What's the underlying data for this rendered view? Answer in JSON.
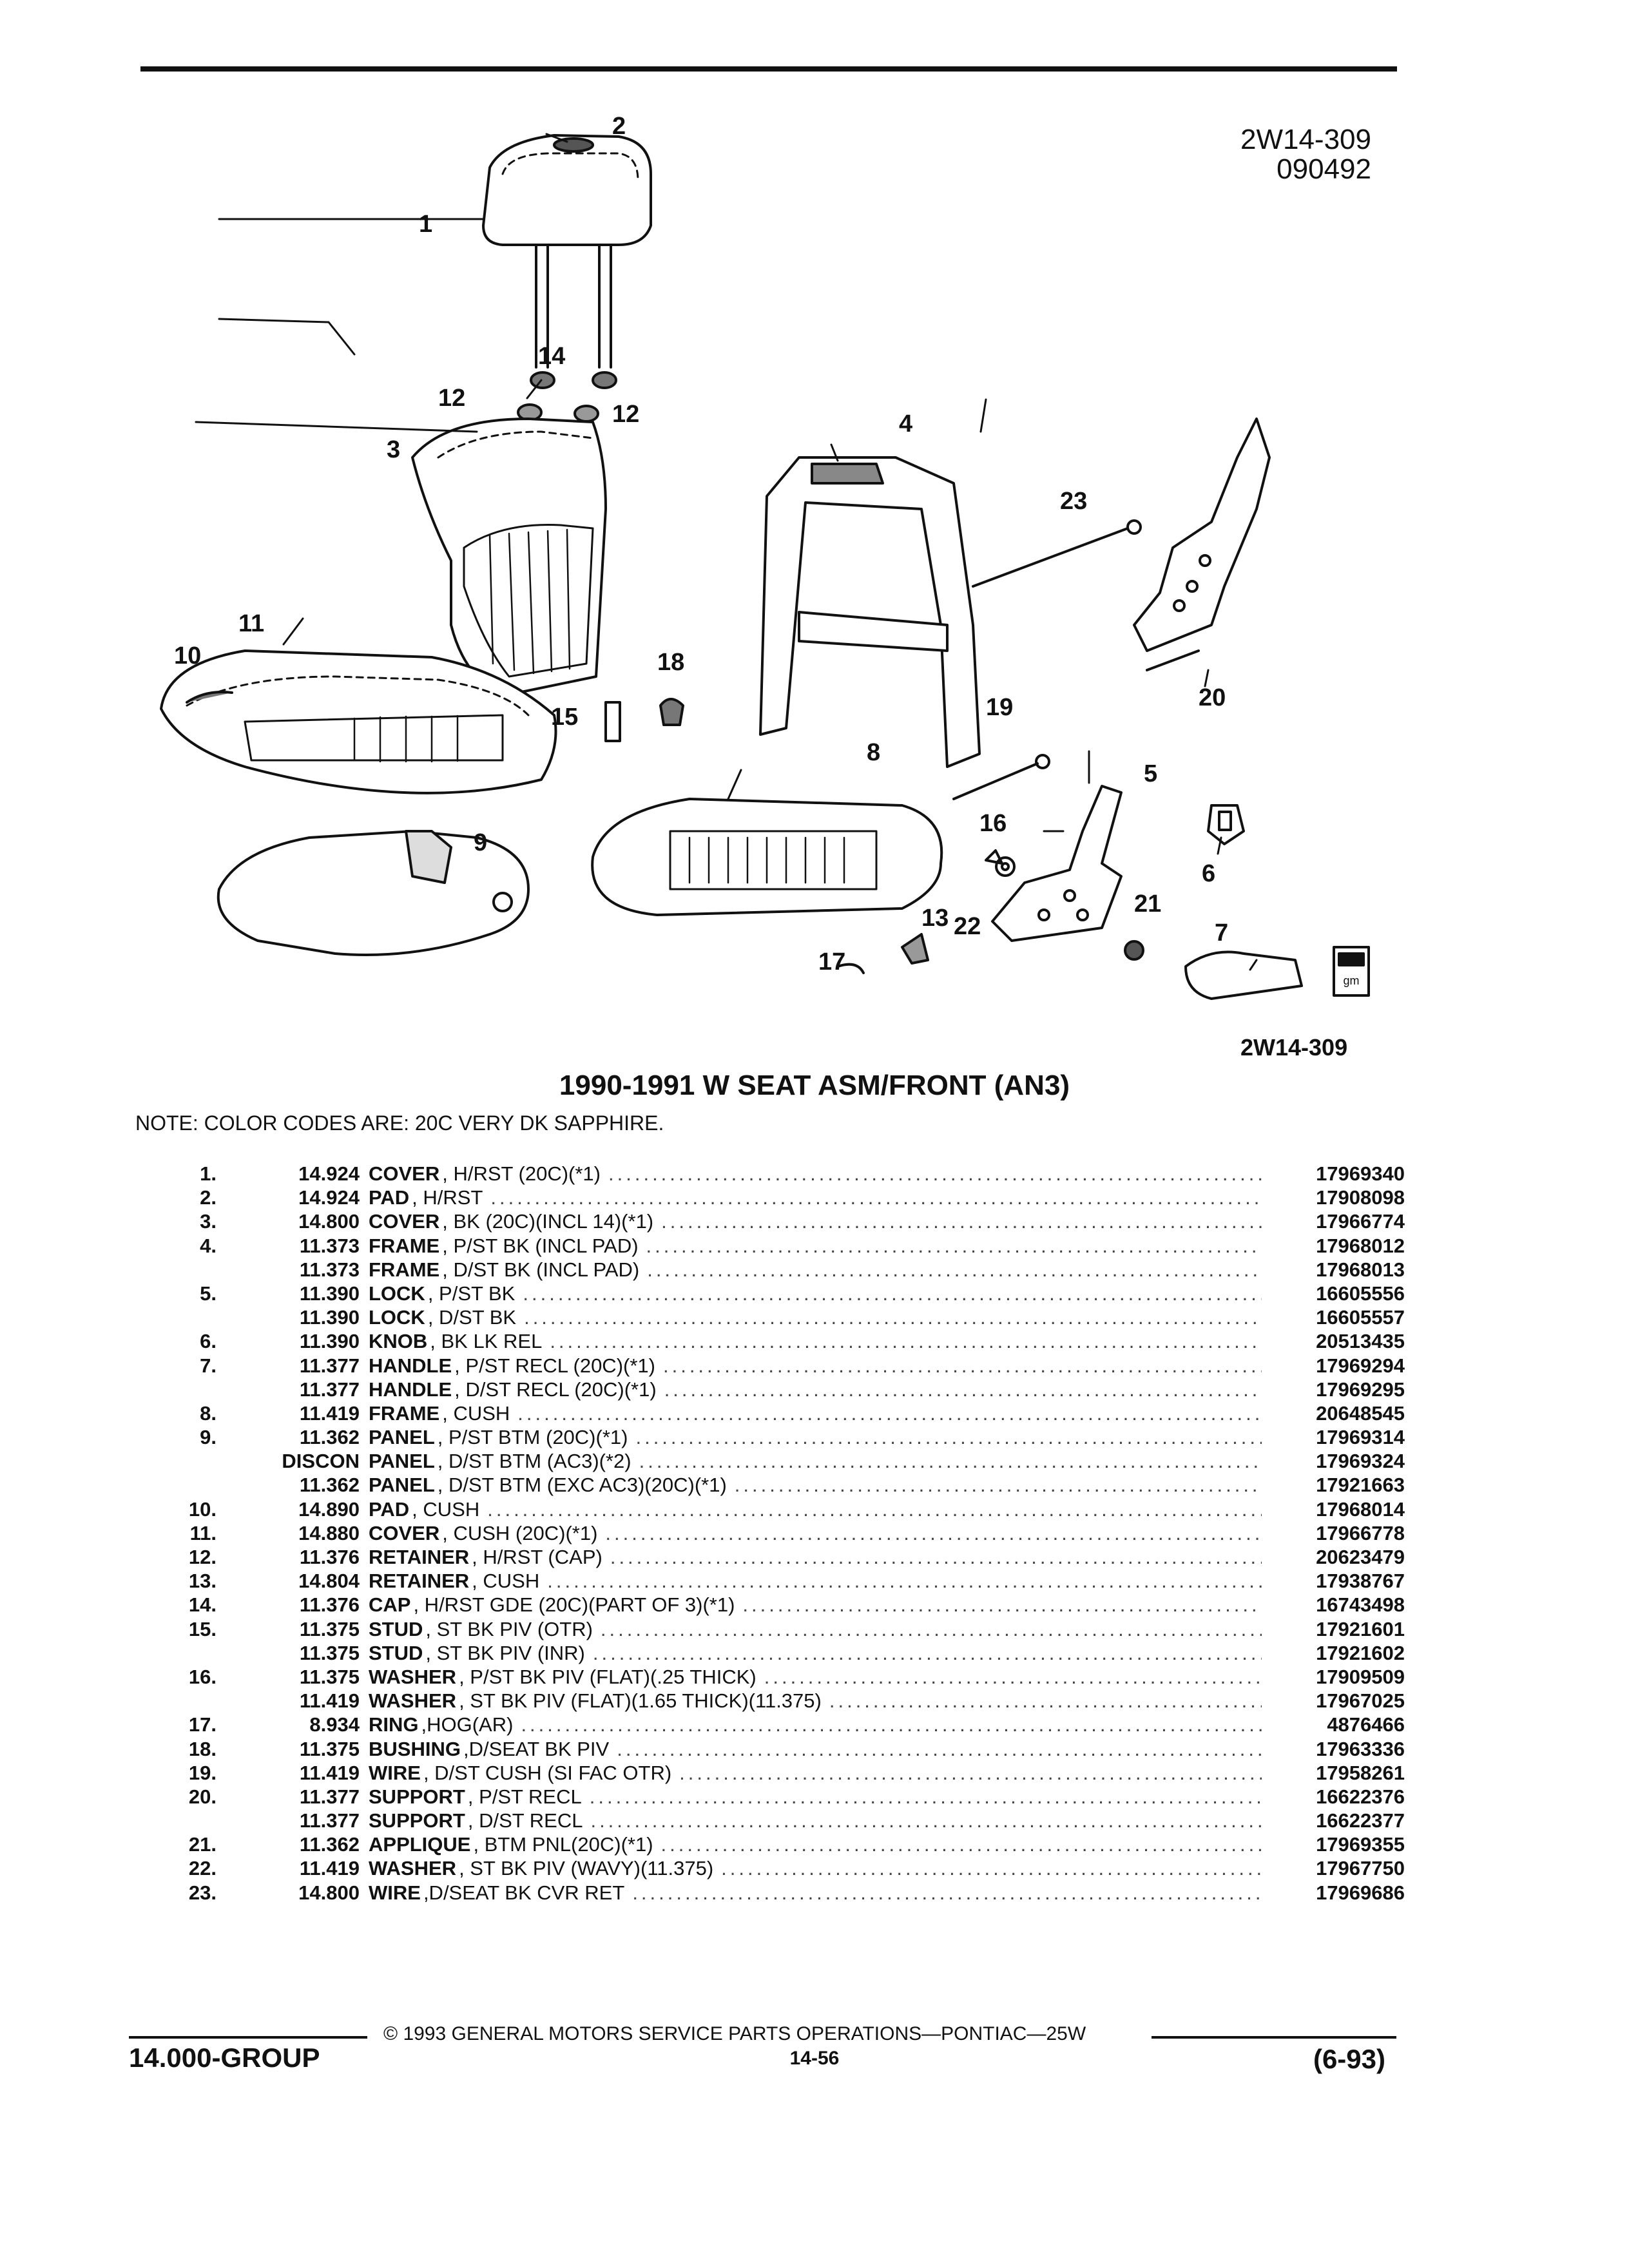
{
  "header": {
    "code_line1": "2W14-309",
    "code_line2": "090492"
  },
  "diagram": {
    "code": "2W14-309",
    "callouts": [
      "1",
      "2",
      "3",
      "4",
      "5",
      "6",
      "7",
      "8",
      "9",
      "10",
      "11",
      "12",
      "12",
      "13",
      "14",
      "15",
      "16",
      "17",
      "18",
      "19",
      "20",
      "21",
      "22",
      "23"
    ],
    "logo_text": "gm spo"
  },
  "title": "1990-1991 W SEAT ASM/FRONT (AN3)",
  "note": "NOTE:  COLOR CODES ARE: 20C VERY DK SAPPHIRE.",
  "parts": [
    {
      "num": "1.",
      "group": "14.924",
      "name": "COVER",
      "desc": ", H/RST (20C)(*1)",
      "pn": "17969340"
    },
    {
      "num": "2.",
      "group": "14.924",
      "name": "PAD",
      "desc": ", H/RST",
      "pn": "17908098"
    },
    {
      "num": "3.",
      "group": "14.800",
      "name": "COVER",
      "desc": ", BK (20C)(INCL 14)(*1)",
      "pn": "17966774"
    },
    {
      "num": "4.",
      "group": "11.373",
      "name": "FRAME",
      "desc": ", P/ST BK (INCL PAD)",
      "pn": "17968012"
    },
    {
      "num": "",
      "group": "11.373",
      "name": "FRAME",
      "desc": ", D/ST BK (INCL PAD)",
      "pn": "17968013"
    },
    {
      "num": "5.",
      "group": "11.390",
      "name": "LOCK",
      "desc": ", P/ST BK",
      "pn": "16605556"
    },
    {
      "num": "",
      "group": "11.390",
      "name": "LOCK",
      "desc": ", D/ST BK",
      "pn": "16605557"
    },
    {
      "num": "6.",
      "group": "11.390",
      "name": "KNOB",
      "desc": ", BK LK REL",
      "pn": "20513435"
    },
    {
      "num": "7.",
      "group": "11.377",
      "name": "HANDLE",
      "desc": ", P/ST RECL (20C)(*1)",
      "pn": "17969294"
    },
    {
      "num": "",
      "group": "11.377",
      "name": "HANDLE",
      "desc": ", D/ST RECL (20C)(*1)",
      "pn": "17969295"
    },
    {
      "num": "8.",
      "group": "11.419",
      "name": "FRAME",
      "desc": ", CUSH",
      "pn": "20648545"
    },
    {
      "num": "9.",
      "group": "11.362",
      "name": "PANEL",
      "desc": ", P/ST BTM (20C)(*1)",
      "pn": "17969314"
    },
    {
      "num": "",
      "group": "DISCON",
      "name": "PANEL",
      "desc": ", D/ST BTM (AC3)(*2)",
      "pn": "17969324"
    },
    {
      "num": "",
      "group": "11.362",
      "name": "PANEL",
      "desc": ", D/ST BTM (EXC AC3)(20C)(*1)",
      "pn": "17921663"
    },
    {
      "num": "10.",
      "group": "14.890",
      "name": "PAD",
      "desc": ", CUSH",
      "pn": "17968014"
    },
    {
      "num": "11.",
      "group": "14.880",
      "name": "COVER",
      "desc": ", CUSH (20C)(*1)",
      "pn": "17966778"
    },
    {
      "num": "12.",
      "group": "11.376",
      "name": "RETAINER",
      "desc": ", H/RST (CAP)",
      "pn": "20623479"
    },
    {
      "num": "13.",
      "group": "14.804",
      "name": "RETAINER",
      "desc": ", CUSH",
      "pn": "17938767"
    },
    {
      "num": "14.",
      "group": "11.376",
      "name": "CAP",
      "desc": ", H/RST GDE (20C)(PART OF 3)(*1)",
      "pn": "16743498"
    },
    {
      "num": "15.",
      "group": "11.375",
      "name": "STUD",
      "desc": ", ST BK PIV (OTR)",
      "pn": "17921601"
    },
    {
      "num": "",
      "group": "11.375",
      "name": "STUD",
      "desc": ", ST BK PIV (INR)",
      "pn": "17921602"
    },
    {
      "num": "16.",
      "group": "11.375",
      "name": "WASHER",
      "desc": ", P/ST BK PIV (FLAT)(.25 THICK)",
      "pn": "17909509"
    },
    {
      "num": "",
      "group": "11.419",
      "name": "WASHER",
      "desc": ", ST BK PIV (FLAT)(1.65 THICK)(11.375)",
      "pn": "17967025"
    },
    {
      "num": "17.",
      "group": "8.934",
      "name": "RING",
      "desc": ",HOG(AR)",
      "pn": "4876466"
    },
    {
      "num": "18.",
      "group": "11.375",
      "name": "BUSHING",
      "desc": ",D/SEAT BK PIV",
      "pn": "17963336"
    },
    {
      "num": "19.",
      "group": "11.419",
      "name": "WIRE",
      "desc": ", D/ST CUSH (SI FAC OTR)",
      "pn": "17958261"
    },
    {
      "num": "20.",
      "group": "11.377",
      "name": "SUPPORT",
      "desc": ", P/ST RECL",
      "pn": "16622376"
    },
    {
      "num": "",
      "group": "11.377",
      "name": "SUPPORT",
      "desc": ", D/ST RECL",
      "pn": "16622377"
    },
    {
      "num": "21.",
      "group": "11.362",
      "name": "APPLIQUE",
      "desc": ", BTM PNL(20C)(*1)",
      "pn": "17969355"
    },
    {
      "num": "22.",
      "group": "11.419",
      "name": "WASHER",
      "desc": ", ST BK PIV (WAVY)(11.375)",
      "pn": "17967750"
    },
    {
      "num": "23.",
      "group": "14.800",
      "name": "WIRE",
      "desc": ",D/SEAT BK CVR RET",
      "pn": "17969686"
    }
  ],
  "footer": {
    "copyright": "©  1993  GENERAL MOTORS SERVICE PARTS OPERATIONS—PONTIAC—25W",
    "group": "14.000-GROUP",
    "page": "14-56",
    "date": "(6-93)"
  }
}
